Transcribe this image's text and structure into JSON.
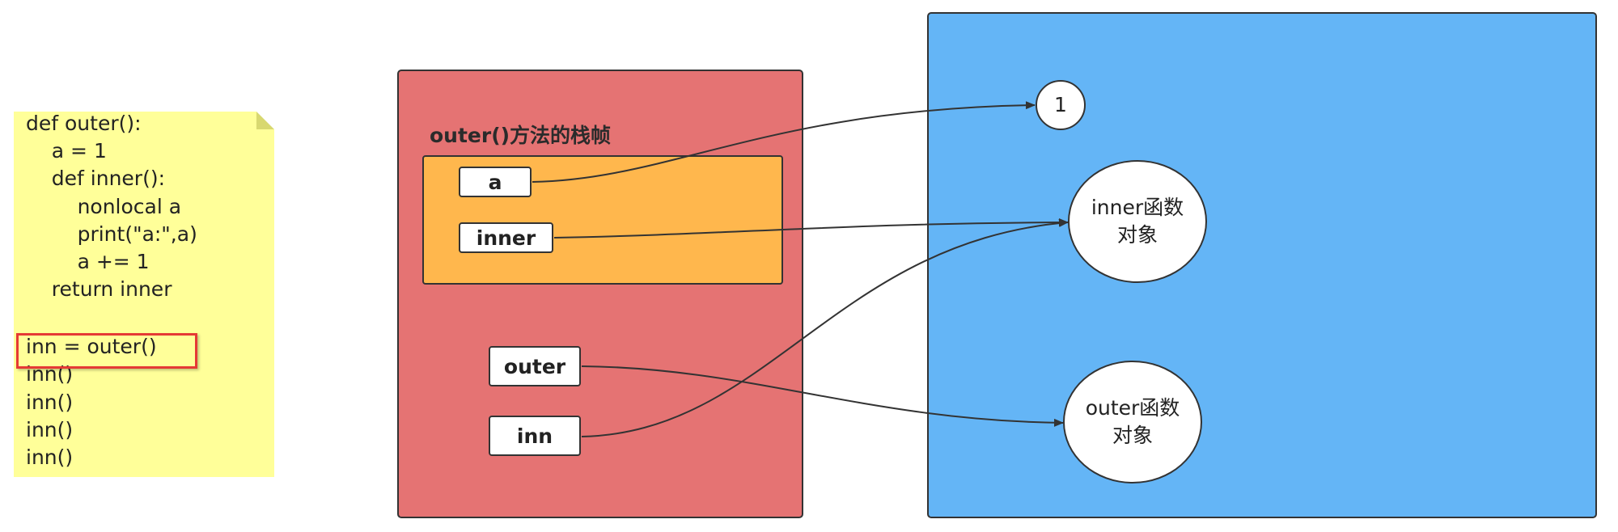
{
  "code": {
    "lines": [
      "def outer():",
      "    a = 1",
      "    def inner():",
      "        nonlocal a",
      "        print(\"a:\",a)",
      "        a += 1",
      "    return inner",
      "",
      "inn = outer()",
      "inn()",
      "inn()",
      "inn()",
      "inn()"
    ],
    "highlighted_line_index": 8
  },
  "stack_frame": {
    "title": "outer()方法的栈帧",
    "locals": [
      {
        "name": "a",
        "points_to": "int-1"
      },
      {
        "name": "inner",
        "points_to": "inner-func"
      }
    ],
    "globals": [
      {
        "name": "outer",
        "points_to": "outer-func"
      },
      {
        "name": "inn",
        "points_to": "inner-func"
      }
    ]
  },
  "heap": {
    "objects": [
      {
        "id": "int-1",
        "label": "1"
      },
      {
        "id": "inner-func",
        "line1": "inner函数",
        "line2": "对象"
      },
      {
        "id": "outer-func",
        "line1": "outer函数",
        "line2": "对象"
      }
    ]
  },
  "colors": {
    "note": "#ffff99",
    "stack_frame": "#e57373",
    "local_scope": "#ffb74d",
    "heap": "#64b5f6",
    "highlight": "#e53935"
  }
}
